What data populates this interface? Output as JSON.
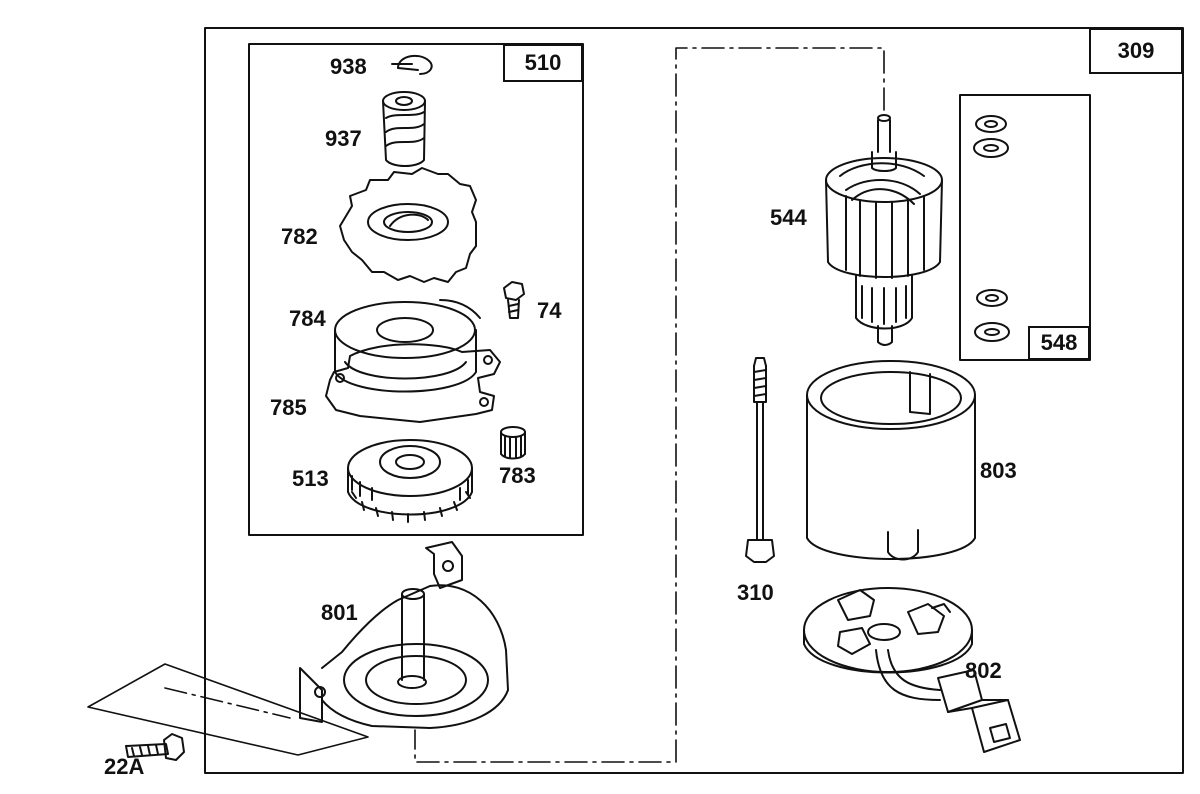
{
  "assembly": {
    "main_kit": "309",
    "drive_kit": "510",
    "hardware_kit": "548"
  },
  "parts": {
    "p938": "938",
    "p937": "937",
    "p782": "782",
    "p784": "784",
    "p74": "74",
    "p785": "785",
    "p513": "513",
    "p783": "783",
    "p801": "801",
    "p22a": "22A",
    "p544": "544",
    "p803": "803",
    "p310": "310",
    "p802": "802"
  }
}
